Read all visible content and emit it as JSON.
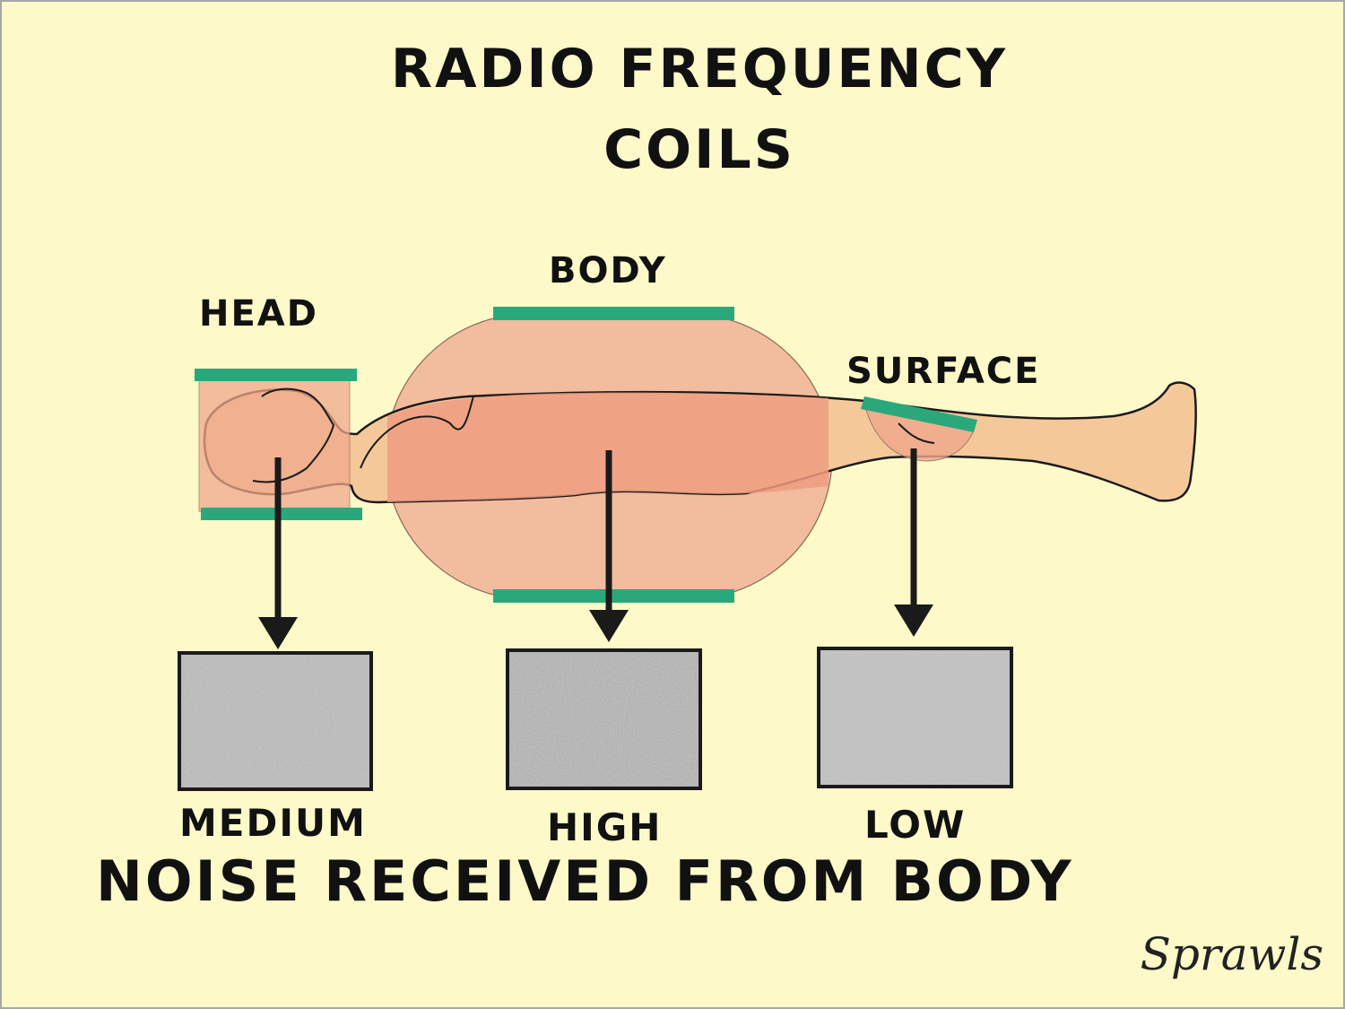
{
  "title": {
    "line1": "RADIO FREQUENCY",
    "line2": "COILS"
  },
  "coils": {
    "head": {
      "label": "HEAD",
      "noise_label": "MEDIUM"
    },
    "body": {
      "label": "BODY",
      "noise_label": "HIGH"
    },
    "surface": {
      "label": "SURFACE",
      "noise_label": "LOW"
    }
  },
  "footer": "NOISE RECEIVED FROM BODY",
  "signature": "Sprawls",
  "colors": {
    "background": "#fdf9c9",
    "coil_bar": "#2aa87c",
    "skin": "#f5c89a",
    "coil_field": "#f0a88c",
    "noise_gray": "#bdbdbd",
    "ink": "#111111"
  }
}
